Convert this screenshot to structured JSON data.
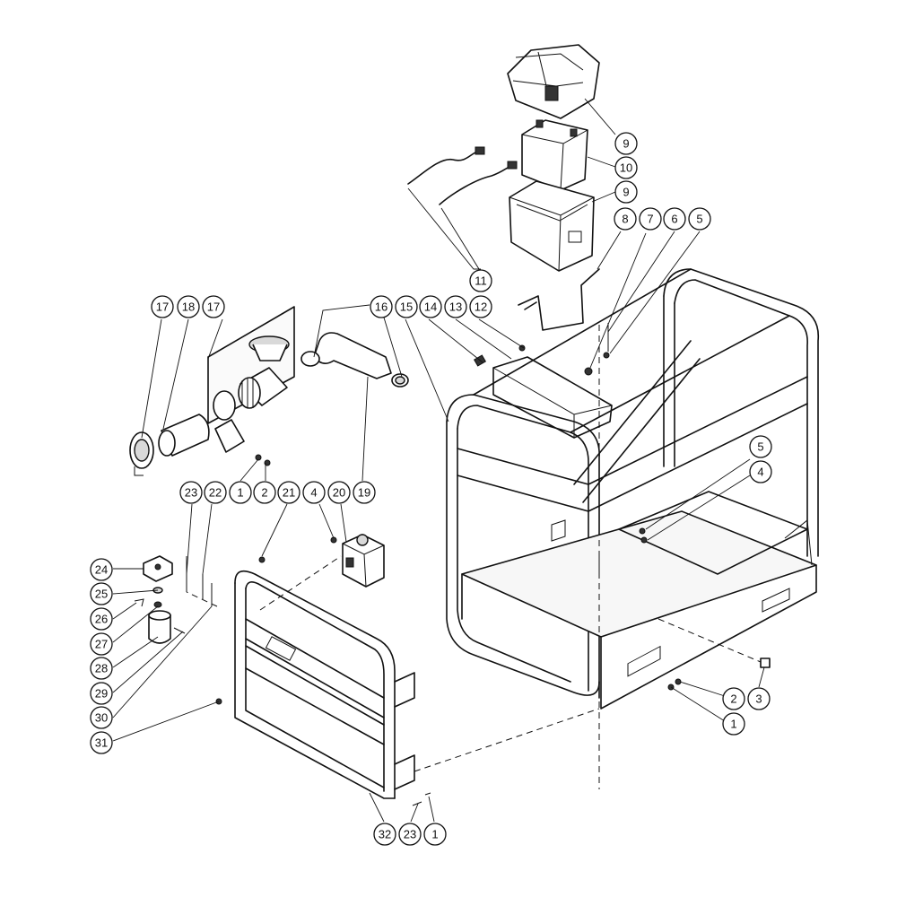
{
  "callouts": [
    {
      "id": "c-9-top",
      "label": "9"
    },
    {
      "id": "c-10",
      "label": "10"
    },
    {
      "id": "c-9-box",
      "label": "9"
    },
    {
      "id": "c-8",
      "label": "8"
    },
    {
      "id": "c-7",
      "label": "7"
    },
    {
      "id": "c-6",
      "label": "6"
    },
    {
      "id": "c-5-top",
      "label": "5"
    },
    {
      "id": "c-11",
      "label": "11"
    },
    {
      "id": "c-12",
      "label": "12"
    },
    {
      "id": "c-13",
      "label": "13"
    },
    {
      "id": "c-14",
      "label": "14"
    },
    {
      "id": "c-15",
      "label": "15"
    },
    {
      "id": "c-16",
      "label": "16"
    },
    {
      "id": "c-17-left",
      "label": "17"
    },
    {
      "id": "c-18",
      "label": "18"
    },
    {
      "id": "c-17-right",
      "label": "17"
    },
    {
      "id": "c-5-right",
      "label": "5"
    },
    {
      "id": "c-4-right",
      "label": "4"
    },
    {
      "id": "c-23-left",
      "label": "23"
    },
    {
      "id": "c-22",
      "label": "22"
    },
    {
      "id": "c-1-left",
      "label": "1"
    },
    {
      "id": "c-2-left",
      "label": "2"
    },
    {
      "id": "c-21",
      "label": "21"
    },
    {
      "id": "c-4-mid",
      "label": "4"
    },
    {
      "id": "c-20",
      "label": "20"
    },
    {
      "id": "c-19",
      "label": "19"
    },
    {
      "id": "c-24",
      "label": "24"
    },
    {
      "id": "c-25",
      "label": "25"
    },
    {
      "id": "c-26",
      "label": "26"
    },
    {
      "id": "c-27",
      "label": "27"
    },
    {
      "id": "c-28",
      "label": "28"
    },
    {
      "id": "c-29",
      "label": "29"
    },
    {
      "id": "c-30",
      "label": "30"
    },
    {
      "id": "c-31",
      "label": "31"
    },
    {
      "id": "c-2-right",
      "label": "2"
    },
    {
      "id": "c-3",
      "label": "3"
    },
    {
      "id": "c-1-right",
      "label": "1"
    },
    {
      "id": "c-32",
      "label": "32"
    },
    {
      "id": "c-23-bottom",
      "label": "23"
    },
    {
      "id": "c-1-bottom",
      "label": "1"
    }
  ]
}
